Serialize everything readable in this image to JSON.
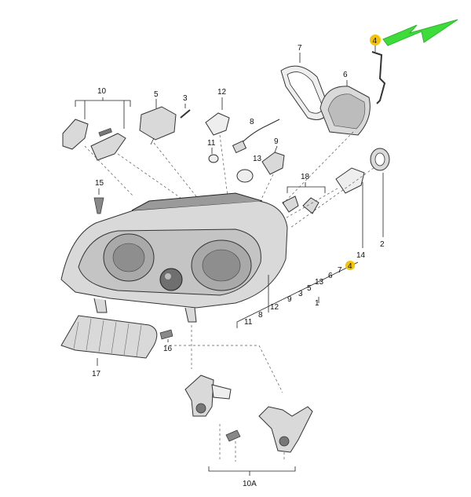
{
  "labels": {
    "p1": "1",
    "p2": "2",
    "p3": "3",
    "p4_top": "4",
    "p4_mid": "4",
    "p5": "5",
    "p5b": "5",
    "p6": "6",
    "p6b": "6",
    "p7": "7",
    "p7b": "7",
    "p8": "8",
    "p8b": "8",
    "p9": "9",
    "p9b": "9",
    "p10": "10",
    "p10a": "10A",
    "p11": "11",
    "p11b": "11",
    "p12": "12",
    "p12b": "12",
    "p13": "13",
    "p13b": "13",
    "p14": "14",
    "p15": "15",
    "p16": "16",
    "p17": "17",
    "p18": "18"
  },
  "colors": {
    "highlight": "#f5c400",
    "arrow": "#3ddc3a",
    "line": "#222222"
  },
  "icons": {
    "pointer": "green-arrow-icon"
  }
}
